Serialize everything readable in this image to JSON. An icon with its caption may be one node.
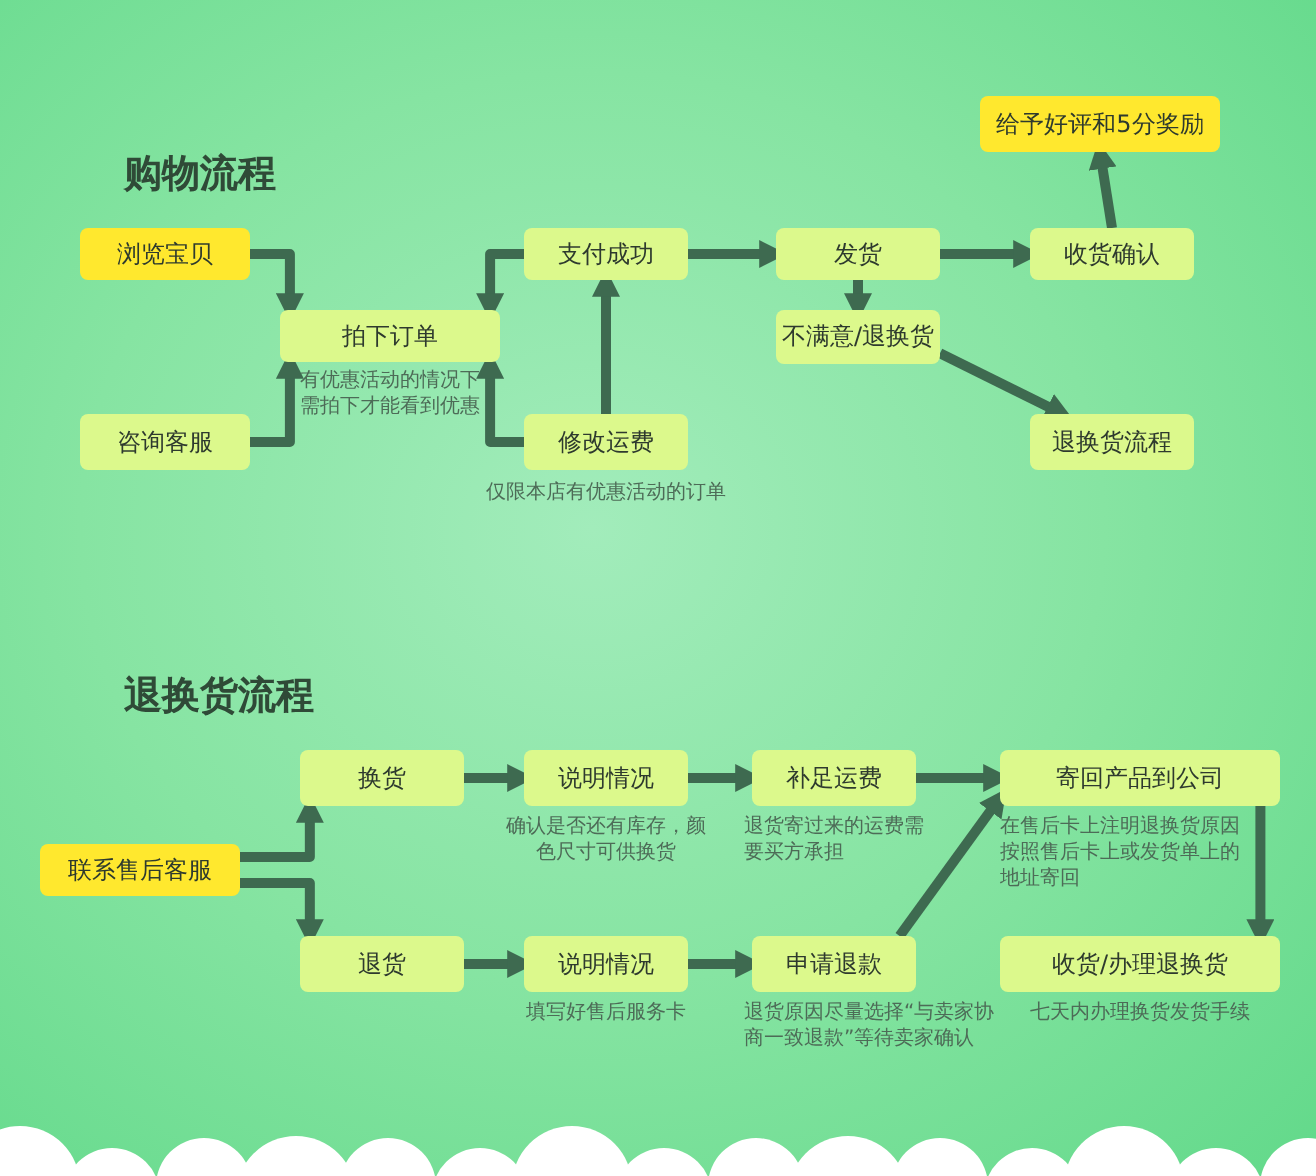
{
  "diagram": {
    "nodes": [
      {
        "text": [
          "浏览宝贝"
        ]
      },
      {
        "text": [
          "拍下订单"
        ],
        "beside": [
          "有优惠活动的情况下需拍下才能看到优惠"
        ]
      },
      {
        "text": [
          "咨询客服"
        ]
      },
      {
        "text": [
          "支付成功"
        ]
      },
      {
        "text": [
          "修改运费"
        ],
        "beside": [
          "仅限本店有优惠活动的订单"
        ]
      },
      {
        "text": [
          "发货"
        ]
      },
      {
        "text": [
          "不满意/退换货"
        ]
      },
      {
        "text": [
          "收货确认"
        ]
      },
      {
        "text": [
          "给予好评和5分奖励"
        ]
      },
      {
        "text": [
          "退换货流程"
        ]
      },
      {
        "text": [
          "联系售后客服"
        ]
      },
      {
        "text": [
          "换货"
        ]
      },
      {
        "text": [
          "退货"
        ]
      },
      {
        "text": [
          "说明情况"
        ],
        "beside": [
          "确认是否还有库存，颜色尺寸可供换货"
        ]
      },
      {
        "text": [
          "说明情况"
        ],
        "beside": [
          "填写好售后服务卡"
        ]
      },
      {
        "text": [
          "补足运费"
        ],
        "beside": [
          "退货寄过来的运费需要买方承担"
        ]
      },
      {
        "text": [
          "申请退款"
        ],
        "beside": [
          "退货原因尽量选择“与卖家协商一致退款”等待卖家确认"
        ]
      },
      {
        "text": [
          "寄回产品到公司"
        ],
        "beside": [
          "在售后卡上注明退换货原因按照售后卡上或发货单上的地址寄回"
        ]
      },
      {
        "text": [
          "收货/办理退换货"
        ],
        "beside": [
          "七天内办理换货发货手续"
        ]
      }
    ],
    "edges": [
      {
        "from": 0,
        "to": 1,
        "arrow": "to"
      },
      {
        "from": 2,
        "to": 1,
        "arrow": "to"
      },
      {
        "from": 3,
        "to": 1,
        "arrow": "to"
      },
      {
        "from": 4,
        "to": 1,
        "arrow": "to"
      },
      {
        "from": 4,
        "to": 3,
        "arrow": "to"
      },
      {
        "from": 3,
        "to": 5,
        "arrow": "to"
      },
      {
        "from": 5,
        "to": 7,
        "arrow": "to"
      },
      {
        "from": 5,
        "to": 6,
        "arrow": "to"
      },
      {
        "from": 6,
        "to": 9,
        "arrow": "to"
      },
      {
        "from": 7,
        "to": 8,
        "arrow": "to"
      },
      {
        "from": 10,
        "to": 11,
        "arrow": "to"
      },
      {
        "from": 10,
        "to": 12,
        "arrow": "to"
      },
      {
        "from": 11,
        "to": 13,
        "arrow": "to"
      },
      {
        "from": 12,
        "to": 14,
        "arrow": "to"
      },
      {
        "from": 13,
        "to": 15,
        "arrow": "to"
      },
      {
        "from": 14,
        "to": 16,
        "arrow": "to"
      },
      {
        "from": 15,
        "to": 17,
        "arrow": "to"
      },
      {
        "from": 16,
        "to": 17,
        "arrow": "to"
      },
      {
        "from": 17,
        "to": 18,
        "arrow": "to"
      }
    ],
    "labels": [
      "购物流程",
      "退换货流程"
    ]
  }
}
